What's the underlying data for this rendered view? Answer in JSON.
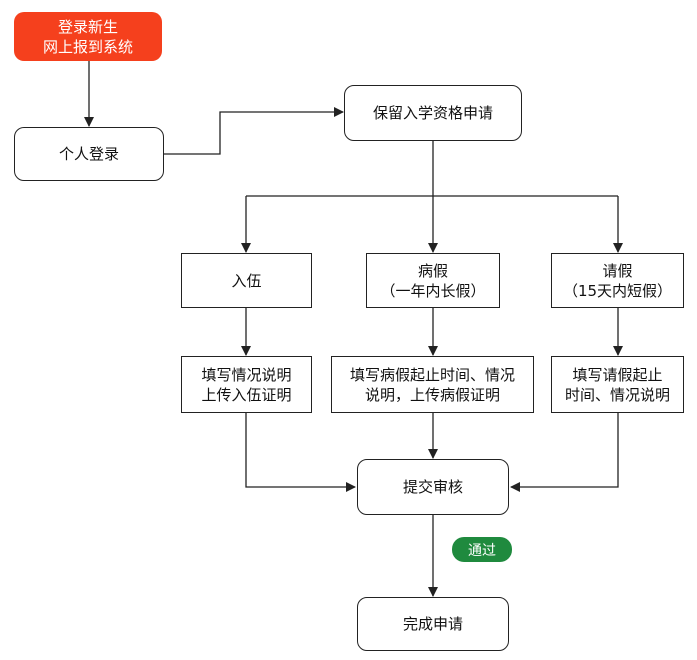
{
  "nodes": {
    "start": {
      "line1": "登录新生",
      "line2": "网上报到系统"
    },
    "login": "个人登录",
    "apply": "保留入学资格申请",
    "enlist": "入伍",
    "sick": {
      "line1": "病假",
      "line2": "（一年内长假）"
    },
    "leave": {
      "line1": "请假",
      "line2": "（15天内短假）"
    },
    "enlist_form": {
      "line1": "填写情况说明",
      "line2": "上传入伍证明"
    },
    "sick_form": {
      "line1": "填写病假起止时间、情况",
      "line2": "说明，上传病假证明"
    },
    "leave_form": {
      "line1": "填写请假起止",
      "line2": "时间、情况说明"
    },
    "submit": "提交审核",
    "done": "完成申请"
  },
  "badge": {
    "approved": "通过"
  },
  "colors": {
    "start": "#f5401d",
    "approved": "#1f8a3e",
    "line": "#222222"
  }
}
